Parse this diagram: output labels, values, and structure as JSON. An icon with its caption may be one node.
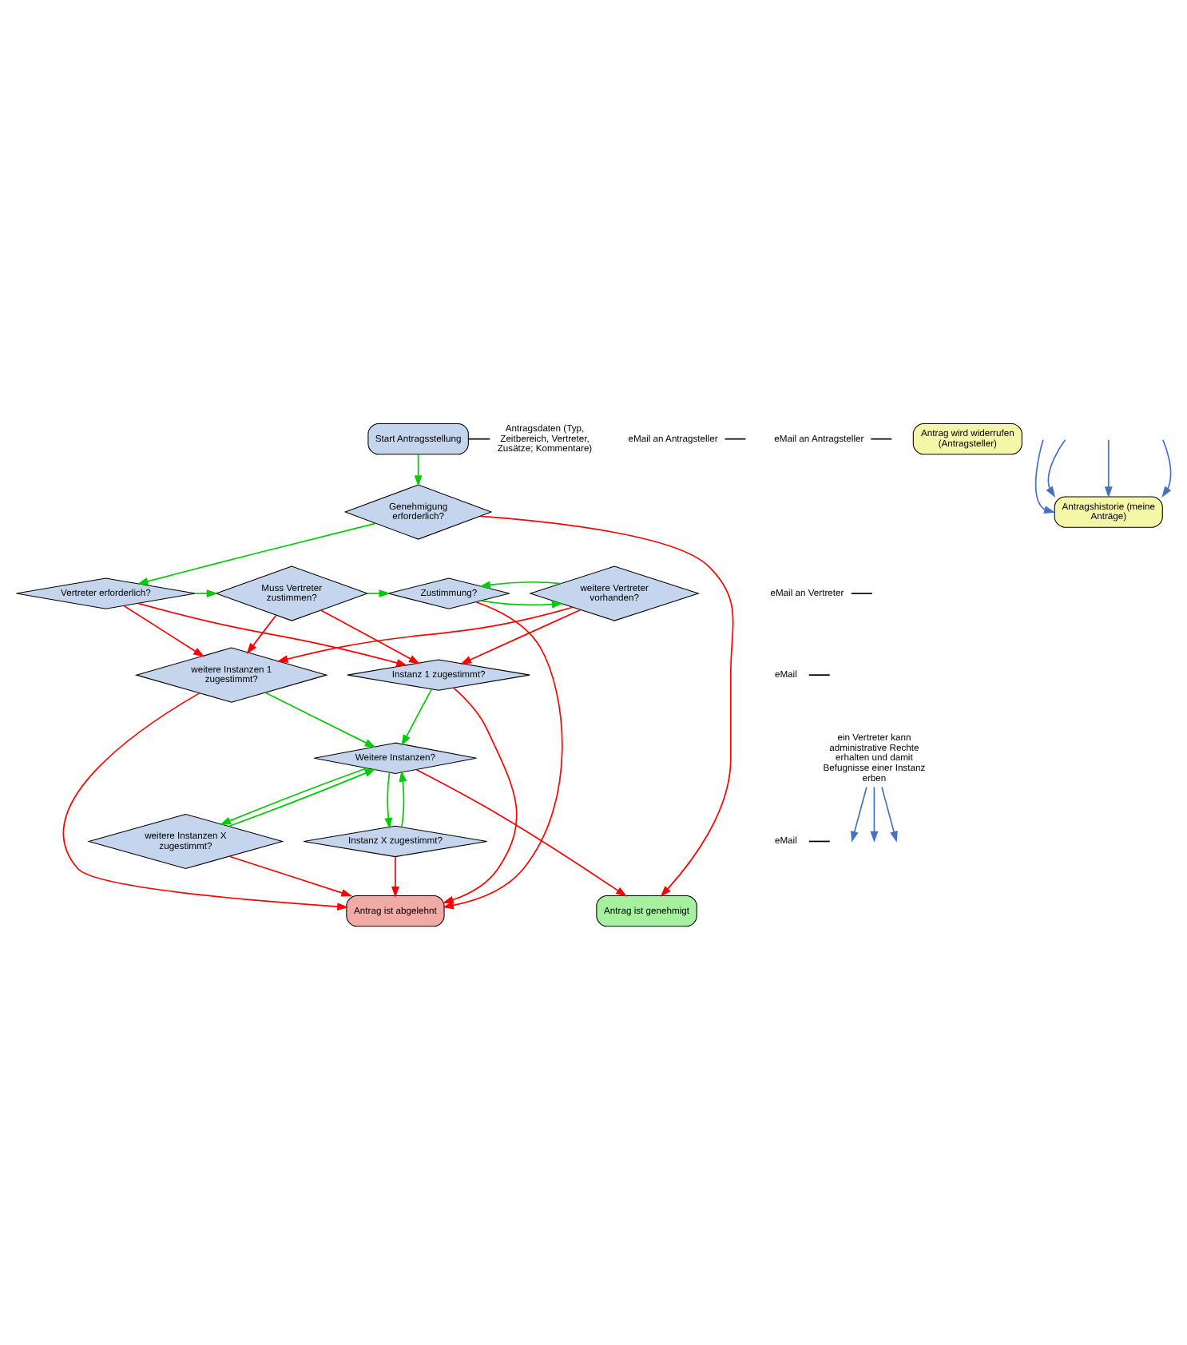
{
  "diagram": {
    "nodes": [
      {
        "text": [
          "Start Antragsstellung"
        ]
      },
      {
        "text": [
          "Antragsdaten (Typ, Zeitbereich, Vertreter, Zusätze; Kommentare)"
        ]
      },
      {
        "text": [
          "Genehmigung erforderlich?"
        ]
      },
      {
        "text": [
          "Vertreter erforderlich?"
        ]
      },
      {
        "text": [
          "eMail an Vertreter"
        ]
      },
      {
        "text": [
          "Muss Vertreter zustimmen?"
        ]
      },
      {
        "text": [
          "Zustimmung?"
        ]
      },
      {
        "text": [
          "weitere Vertreter vorhanden?"
        ]
      },
      {
        "text": [
          "eMail"
        ]
      },
      {
        "text": [
          "Instanz 1 zugestimmt?"
        ]
      },
      {
        "text": [
          "weitere Instanzen 1 zugestimmt?"
        ]
      },
      {
        "text": [
          "Weitere Instanzen?"
        ]
      },
      {
        "text": [
          "eMail"
        ]
      },
      {
        "text": [
          "Instanz X zugestimmt?"
        ]
      },
      {
        "text": [
          "weitere Instanzen X zugestimmt?"
        ]
      },
      {
        "text": [
          "ein Vertreter kann administrative Rechte erhalten und damit Befugnisse einer Instanz erben"
        ]
      },
      {
        "text": [
          "eMail an Antragsteller"
        ]
      },
      {
        "text": [
          "eMail an Antragsteller"
        ]
      },
      {
        "text": [
          "Antrag wird widerrufen (Antragsteller)"
        ]
      },
      {
        "text": [
          "Antrag ist genehmigt"
        ]
      },
      {
        "text": [
          "Antrag ist abgelehnt"
        ]
      },
      {
        "text": [
          "Antragshistorie (meine Anträge)"
        ]
      }
    ],
    "edges": [
      {
        "from": 0,
        "to": 2,
        "arrow": "to",
        "color": "#00cc00"
      },
      {
        "from": 0,
        "to": 1,
        "arrow": "none",
        "color": "#000000"
      },
      {
        "from": 2,
        "to": 3,
        "arrow": "to",
        "color": "#00cc00"
      },
      {
        "from": 2,
        "to": 19,
        "arrow": "to",
        "color": "#ff0000"
      },
      {
        "from": 3,
        "to": 5,
        "arrow": "to",
        "color": "#00cc00"
      },
      {
        "from": 4,
        "to": null,
        "arrow": "none",
        "color": "#000000"
      },
      {
        "from": 5,
        "to": 6,
        "arrow": "to",
        "color": "#00cc00"
      },
      {
        "from": 6,
        "to": 7,
        "arrow": "to",
        "color": "#00cc00"
      },
      {
        "from": 7,
        "to": 6,
        "arrow": "to",
        "color": "#00cc00"
      },
      {
        "from": 3,
        "to": 9,
        "arrow": "to",
        "color": "#ff0000"
      },
      {
        "from": 3,
        "to": 10,
        "arrow": "to",
        "color": "#ff0000"
      },
      {
        "from": 5,
        "to": 9,
        "arrow": "to",
        "color": "#ff0000"
      },
      {
        "from": 5,
        "to": 10,
        "arrow": "to",
        "color": "#ff0000"
      },
      {
        "from": 7,
        "to": 9,
        "arrow": "to",
        "color": "#ff0000"
      },
      {
        "from": 7,
        "to": 10,
        "arrow": "to",
        "color": "#ff0000"
      },
      {
        "from": 6,
        "to": 20,
        "arrow": "to",
        "color": "#ff0000"
      },
      {
        "from": 8,
        "to": null,
        "arrow": "none",
        "color": "#000000"
      },
      {
        "from": 9,
        "to": 11,
        "arrow": "to",
        "color": "#00cc00"
      },
      {
        "from": 10,
        "to": 11,
        "arrow": "to",
        "color": "#00cc00"
      },
      {
        "from": 9,
        "to": 20,
        "arrow": "to",
        "color": "#ff0000"
      },
      {
        "from": 10,
        "to": 20,
        "arrow": "to",
        "color": "#ff0000"
      },
      {
        "from": 11,
        "to": 19,
        "arrow": "to",
        "color": "#ff0000"
      },
      {
        "from": 11,
        "to": 13,
        "arrow": "to",
        "color": "#00cc00"
      },
      {
        "from": 11,
        "to": 14,
        "arrow": "to",
        "color": "#00cc00"
      },
      {
        "from": 12,
        "to": null,
        "arrow": "none",
        "color": "#000000"
      },
      {
        "from": 13,
        "to": 11,
        "arrow": "to",
        "color": "#00cc00"
      },
      {
        "from": 14,
        "to": 11,
        "arrow": "to",
        "color": "#00cc00"
      },
      {
        "from": 13,
        "to": 20,
        "arrow": "to",
        "color": "#ff0000"
      },
      {
        "from": 14,
        "to": 20,
        "arrow": "to",
        "color": "#ff0000"
      },
      {
        "from": 15,
        "to": null,
        "arrow": "to",
        "color": "#4472c4"
      },
      {
        "from": 15,
        "to": null,
        "arrow": "to",
        "color": "#4472c4"
      },
      {
        "from": 15,
        "to": null,
        "arrow": "to",
        "color": "#4472c4"
      },
      {
        "from": 16,
        "to": null,
        "arrow": "none",
        "color": "#000000"
      },
      {
        "from": 17,
        "to": null,
        "arrow": "none",
        "color": "#000000"
      },
      {
        "from": null,
        "to": 21,
        "arrow": "to",
        "color": "#4472c4"
      },
      {
        "from": null,
        "to": 21,
        "arrow": "to",
        "color": "#4472c4"
      },
      {
        "from": null,
        "to": 21,
        "arrow": "to",
        "color": "#4472c4"
      },
      {
        "from": null,
        "to": 21,
        "arrow": "to",
        "color": "#4472c4"
      }
    ]
  }
}
